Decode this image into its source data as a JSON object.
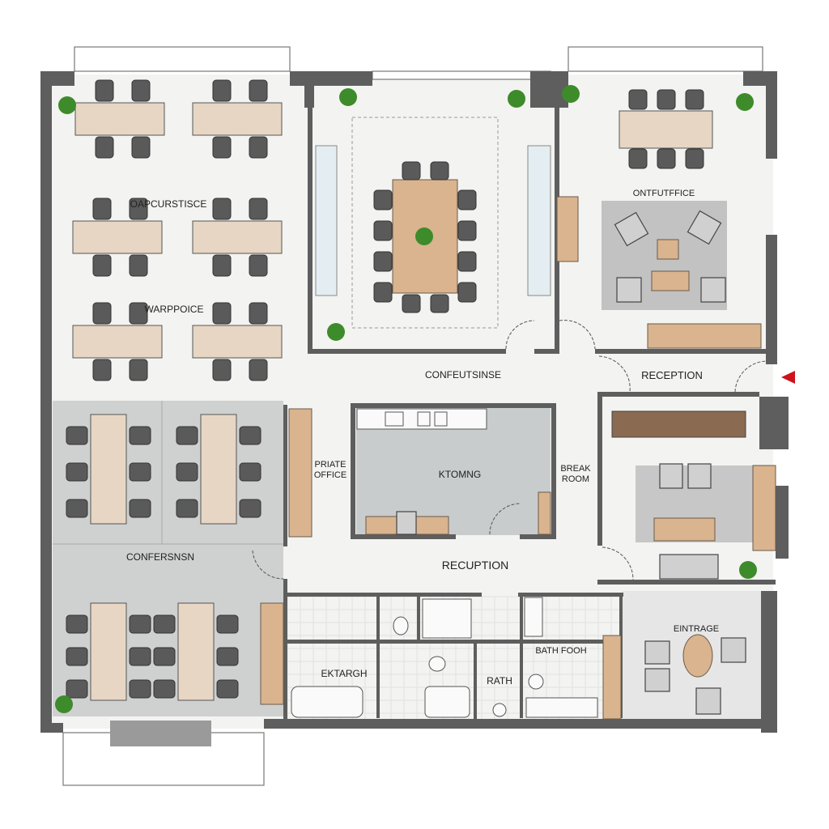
{
  "plan": {
    "rooms": {
      "open_office_1": "OAPCURSTISCE",
      "open_office_2": "WARPPOICE",
      "corridor": "CONFEUTSINSE",
      "reception_top": "RECEPTION",
      "office_top_right": "ONTFUTFFICE",
      "private_office_line1": "PRIATE",
      "private_office_line2": "OFFICE",
      "kitchen": "KTOMNG",
      "break_room_line1": "BREAK",
      "break_room_line2": "ROOM",
      "reception_main": "RECUPTION",
      "conference": "CONFERSNSN",
      "entrance": "EINTRAGE",
      "bath_hall": "BATH FOOH",
      "bath": "RATH",
      "extra": "EKTARGH"
    },
    "colors": {
      "wall": "#5e5e5e",
      "floor": "#f3f3f1",
      "carpet": "#cfd0d0",
      "wood": "#d9b48f",
      "entry_marker": "#d0101a"
    }
  }
}
